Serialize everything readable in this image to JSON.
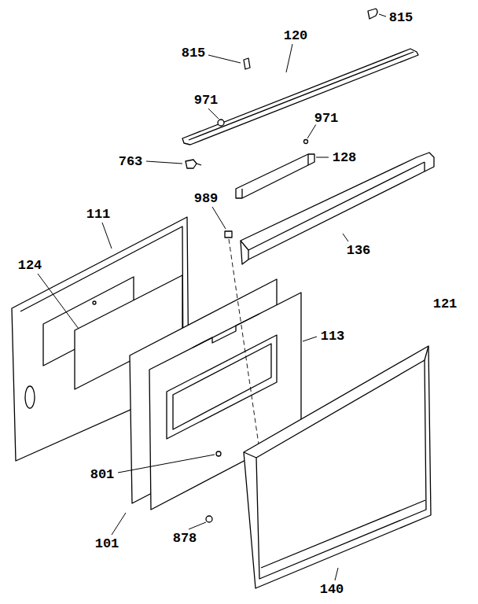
{
  "diagram": {
    "labels": [
      "815",
      "815",
      "120",
      "971",
      "971",
      "763",
      "128",
      "111",
      "989",
      "136",
      "124",
      "113",
      "121",
      "801",
      "101",
      "878",
      "140"
    ]
  }
}
